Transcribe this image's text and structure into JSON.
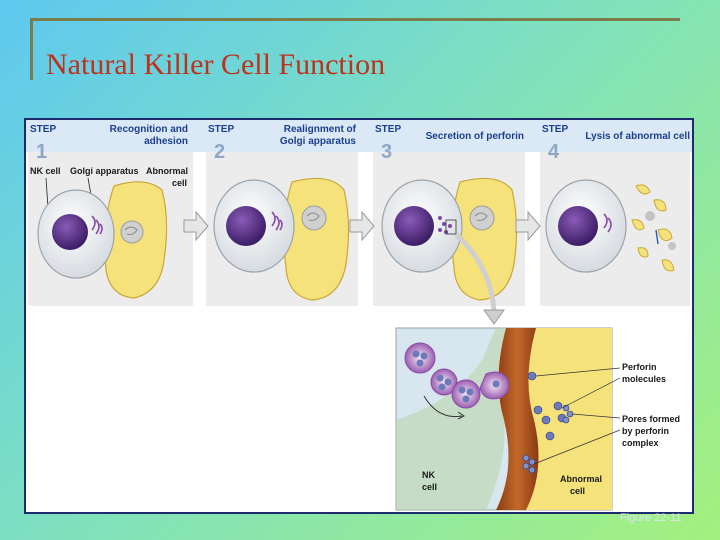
{
  "slide": {
    "title": "Natural Killer Cell Function",
    "caption": "Figure 22-11"
  },
  "steps": [
    {
      "word": "STEP",
      "number": "1",
      "title": [
        "Recognition and",
        "adhesion"
      ]
    },
    {
      "word": "STEP",
      "number": "2",
      "title": [
        "Realignment of",
        "Golgi apparatus"
      ]
    },
    {
      "word": "STEP",
      "number": "3",
      "title": [
        "Secretion of perforin"
      ]
    },
    {
      "word": "STEP",
      "number": "4",
      "title": [
        "Lysis of abnormal cell"
      ]
    }
  ],
  "step1_labels": {
    "nk": "NK cell",
    "golgi": "Golgi apparatus",
    "abnormal": [
      "Abnormal",
      "cell"
    ]
  },
  "detail_labels": {
    "perforin": [
      "Perforin",
      "molecules"
    ],
    "pores": [
      "Pores formed",
      "by perforin",
      "complex"
    ],
    "nk": [
      "NK",
      "cell"
    ],
    "abnormal": [
      "Abnormal",
      "cell"
    ]
  },
  "colors": {
    "title": "#c0311b",
    "frame": "#1d2a6e",
    "header": "#1b3f8f",
    "abnormal_cell": "#f6e27a",
    "nk_nucleus": "#5a2f86"
  }
}
